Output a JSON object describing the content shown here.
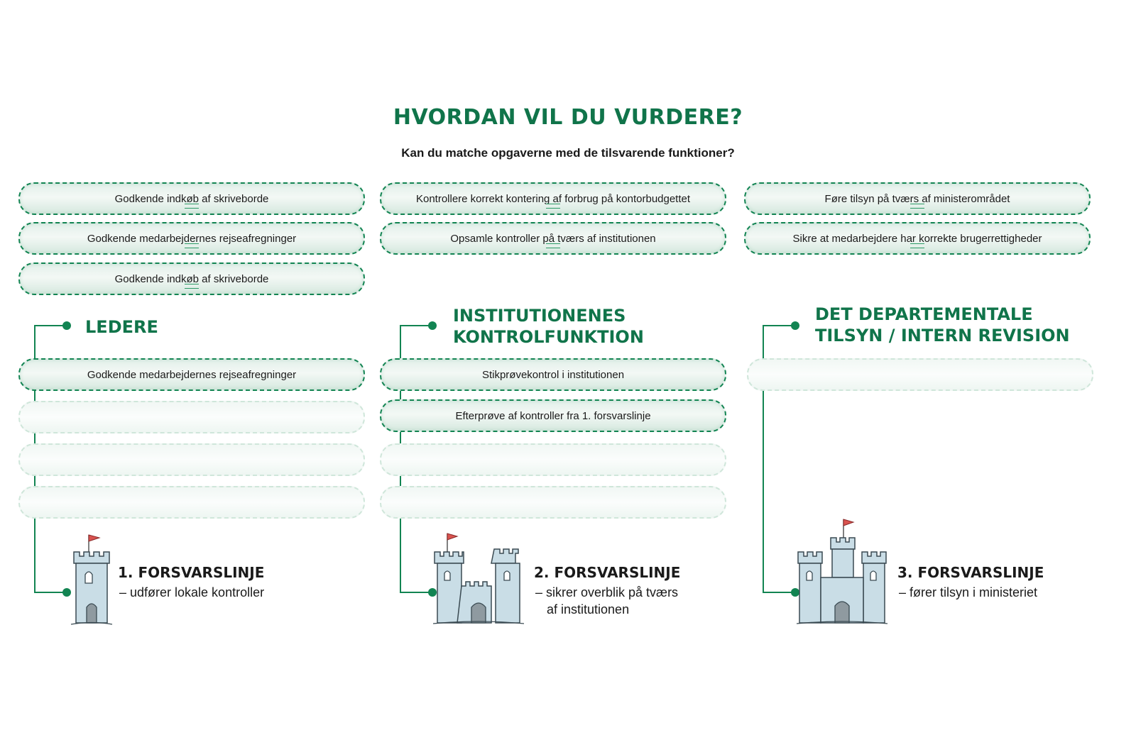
{
  "title": "HVORDAN VIL DU VURDERE?",
  "subtitle": "Kan du matche opgaverne med de tilsvarende funktioner?",
  "tasks": {
    "col1": [
      "Godkende indkøb af skriveborde",
      "Godkende medarbejdernes rejseafregninger",
      "Godkende indkøb af skriveborde"
    ],
    "col2": [
      "Kontrollere korrekt kontering af forbrug på kontorbudgettet",
      "Opsamle kontroller på tværs af institutionen"
    ],
    "col3": [
      "Føre tilsyn på tværs af ministerområdet",
      "Sikre at medarbejdere har korrekte brugerrettigheder"
    ]
  },
  "columns": [
    {
      "heading_lines": [
        "LEDERE"
      ],
      "slots": [
        "Godkende medarbejdernes rejseafregninger",
        "",
        "",
        ""
      ],
      "line_title": "1. FORSVARSLINJE",
      "line_desc": [
        "– udfører lokale kontroller"
      ]
    },
    {
      "heading_lines": [
        "INSTITUTIONENES",
        "KONTROLFUNKTION"
      ],
      "slots": [
        "Stikprøvekontrol i institutionen",
        "Efterprøve af kontroller fra 1. forsvarslinje",
        "",
        ""
      ],
      "line_title": "2. FORSVARSLINJE",
      "line_desc": [
        "– sikrer overblik på tværs",
        "af institutionen"
      ]
    },
    {
      "heading_lines": [
        "DET DEPARTEMENTALE",
        "TILSYN / INTERN REVISION"
      ],
      "slots": [
        ""
      ],
      "line_title": "3. FORSVARSLINJE",
      "line_desc": [
        "– fører tilsyn i ministeriet"
      ]
    }
  ],
  "colors": {
    "green": "#128452",
    "heading_green": "#10744a",
    "castle_blue": "#c9dde6",
    "flag_red": "#d9534f"
  },
  "icons": [
    "castle-single-tower-icon",
    "castle-two-tower-icon",
    "castle-three-tower-icon"
  ]
}
